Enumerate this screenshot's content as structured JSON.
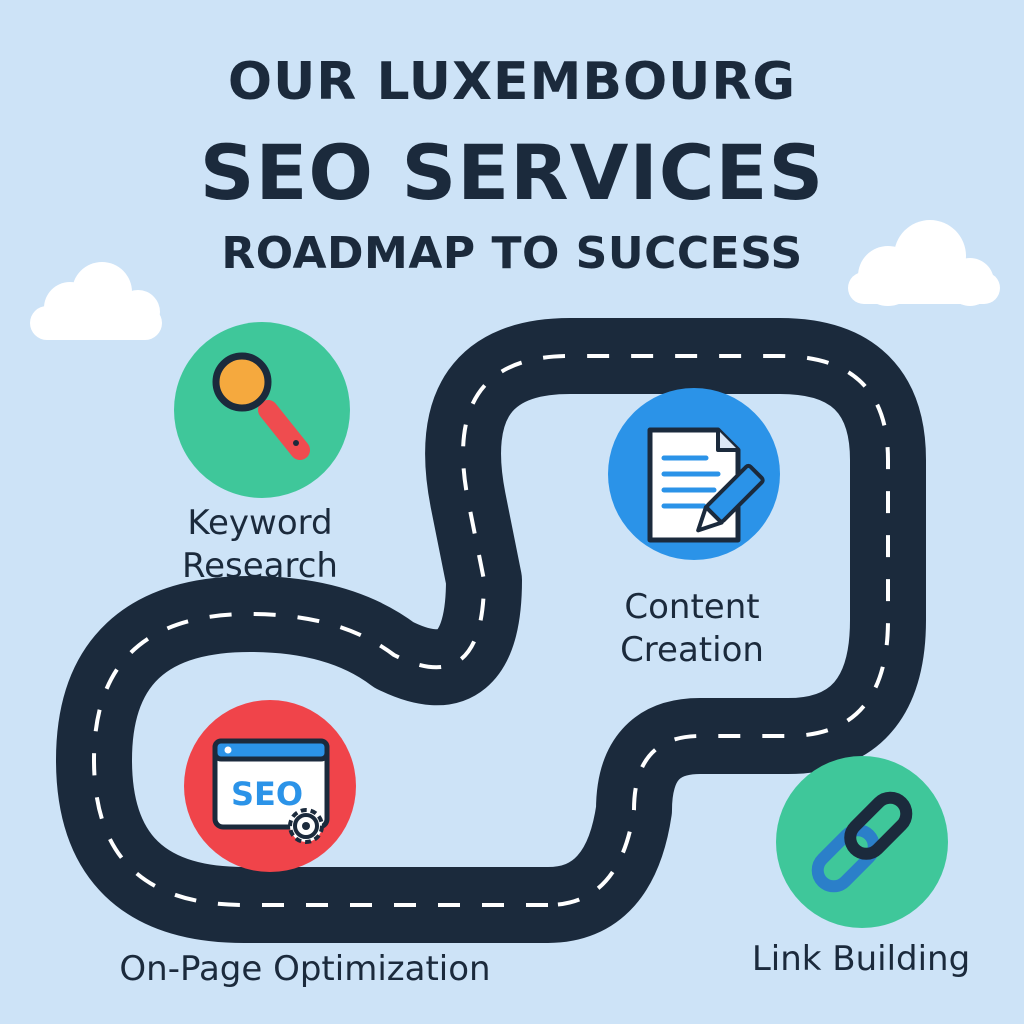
{
  "title": {
    "line1": "OUR LUXEMBOURG",
    "line2": "SEO SERVICES",
    "line3": "ROADMAP TO SUCCESS"
  },
  "services": {
    "keyword": {
      "line1": "Keyword",
      "line2": "Research",
      "icon": "magnifying-glass-icon"
    },
    "content": {
      "line1": "Content",
      "line2": "Creation",
      "icon": "document-pencil-icon"
    },
    "onpage": {
      "label": "On-Page Optimization",
      "badge_text": "SEO",
      "icon": "seo-browser-gear-icon"
    },
    "link": {
      "label": "Link Building",
      "icon": "chain-link-icon"
    }
  },
  "colors": {
    "background": "#cde3f7",
    "road": "#1b2a3c",
    "road_dash": "#ffffff",
    "green_circle": "#3fc79a",
    "blue_circle": "#2b93e8",
    "red_circle": "#f0444a",
    "text": "#1b2a3c"
  }
}
